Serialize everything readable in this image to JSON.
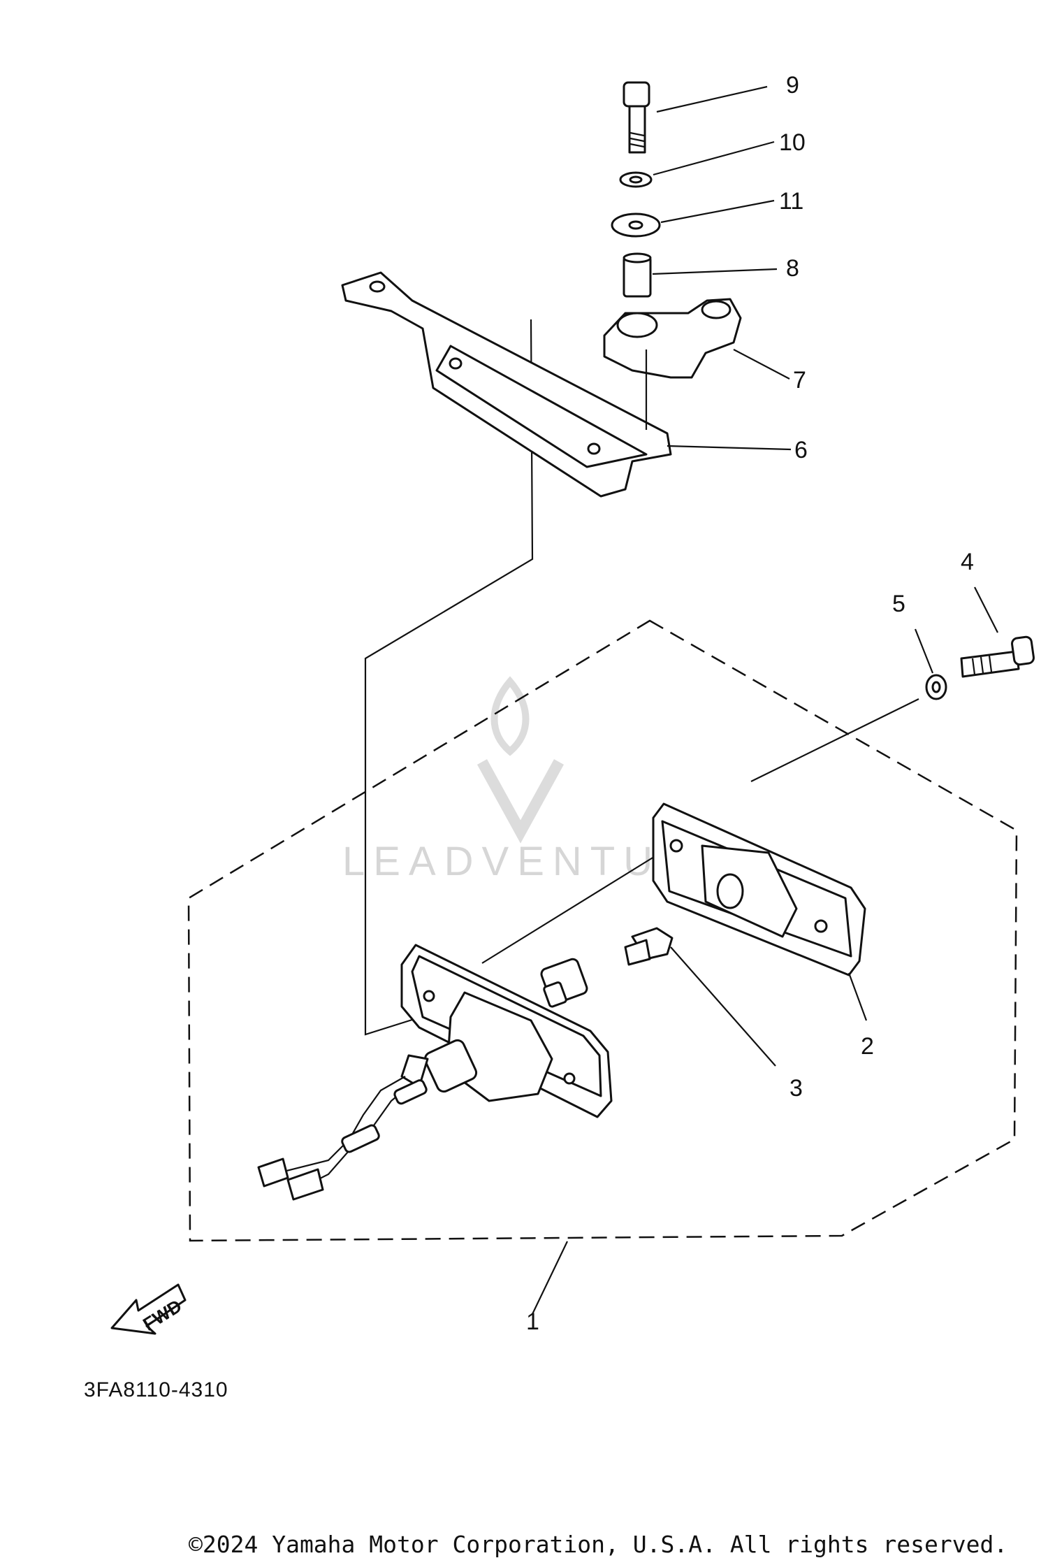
{
  "diagram": {
    "callouts": [
      "1",
      "2",
      "3",
      "4",
      "5",
      "6",
      "7",
      "8",
      "9",
      "10",
      "11"
    ],
    "drawing_code": "3FA8110-4310",
    "fwd_label": "FWD",
    "watermark": "LEADVENTURE",
    "copyright": "©2024 Yamaha Motor Corporation, U.S.A. All rights reserved."
  }
}
